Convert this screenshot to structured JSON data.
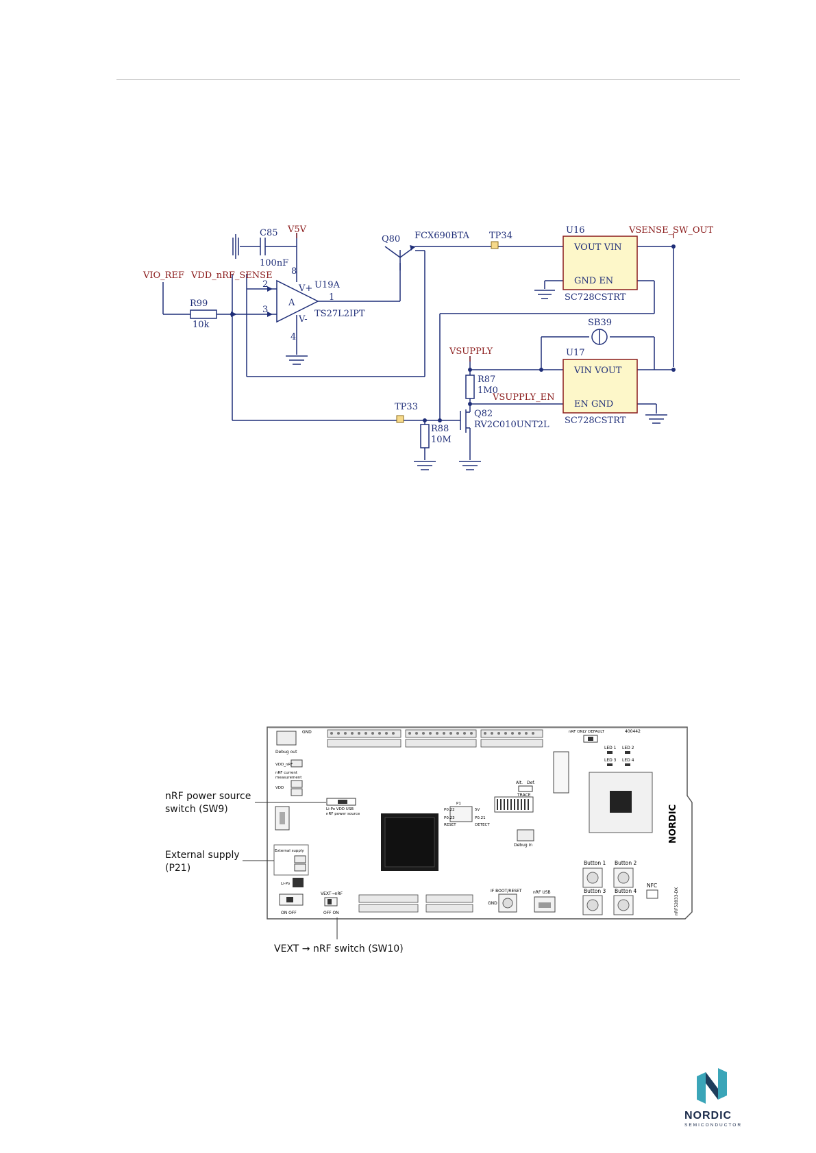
{
  "schematic": {
    "labels": {
      "c85": "C85",
      "c85_value": "100nF",
      "v5v": "V5V",
      "q80": "Q80",
      "q80_part": "FCX690BTA",
      "tp34": "TP34",
      "u16": "U16",
      "vsense_sw_out": "VSENSE_SW_OUT",
      "vio_ref": "VIO_REF",
      "vdd_nrf_sense": "VDD_nRF_SENSE",
      "u19a": "U19A",
      "u19a_part": "TS27L2IPT",
      "opamp_a": "A",
      "pin_8": "8",
      "pin_4": "4",
      "pin_2": "2",
      "pin_3": "3",
      "pin_1": "1",
      "v_plus": "V+",
      "v_minus": "V-",
      "r99": "R99",
      "r99_value": "10k",
      "u16_vout_vin": "VOUT  VIN",
      "u16_gnd_en": "GND       EN",
      "u16_part": "SC728CSTRT",
      "sb39": "SB39",
      "vsupply": "VSUPPLY",
      "u17": "U17",
      "u17_vin_vout": "VIN  VOUT",
      "u17_en_gnd": "EN       GND",
      "u17_part": "SC728CSTRT",
      "r87": "R87",
      "r87_value": "1M0",
      "vsupply_en": "VSUPPLY_EN",
      "tp33": "TP33",
      "q82": "Q82",
      "q82_part": "RV2C010UNT2L",
      "r88": "R88",
      "r88_value": "10M"
    }
  },
  "board": {
    "callouts": {
      "power_switch_line1": "nRF power source",
      "power_switch_line2": "switch (SW9)",
      "external_supply_line1": "External supply",
      "external_supply_line2": "(P21)",
      "vext_switch": "VEXT → nRF switch (SW10)"
    },
    "silkscreen": {
      "debug_out": "Debug out",
      "vdd_nrf": "VDD_nRF",
      "nrf_current": "nRF current",
      "measurement": "measurement",
      "vdd": "VDD",
      "lipo_vdd_usb": "Li-Po VDD USB",
      "nrf_power_source": "nRF power source",
      "external_supply": "External supply",
      "lipo": "Li-Po",
      "vext_nrf": "VEXT→nRF",
      "off_on": "OFF  ON",
      "on_off": "ON  OFF",
      "gnd": "GND",
      "alt": "Alt.",
      "def": "Def.",
      "trace": "TRACE",
      "reset": "RESET",
      "detect": "DETECT",
      "debug_in": "Debug in",
      "if_boot_reset": "IF BOOT/RESET",
      "nrf_usb": "nRF USB",
      "nrf_only_default": "nRF ONLY   DEFAULT",
      "board_number": "400442",
      "led1": "LED 1",
      "led2": "LED 2",
      "led3": "LED 3",
      "led4": "LED 4",
      "button1": "Button 1",
      "button2": "Button 2",
      "button3": "Button 3",
      "button4": "Button 4",
      "nfc": "NFC",
      "nordic": "NORDIC",
      "board_name": "nRF52833-DK",
      "p022": "P0.22",
      "p023": "P0.23",
      "p021": "P0.21",
      "five_v": "5V",
      "p1": "P1"
    }
  },
  "logo": {
    "word": "NORDIC",
    "sub": "SEMICONDUCTOR"
  },
  "colors": {
    "schematic_red": "#8a1a1a",
    "schematic_blue": "#1f2e78",
    "ic_fill": "#fdf7c9",
    "logo_teal": "#3aa5b8",
    "logo_navy": "#1a2a4a"
  }
}
